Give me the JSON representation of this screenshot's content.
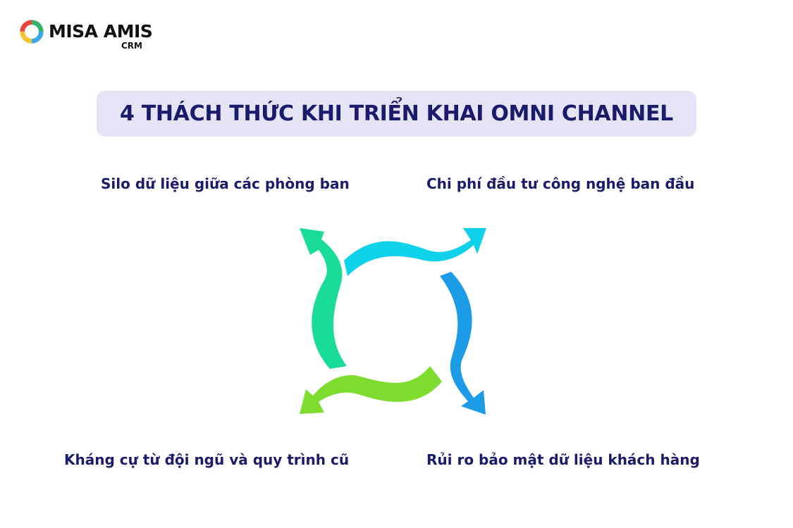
{
  "logo": {
    "name": "MISA AMIS",
    "sub": "CRM"
  },
  "title": "4 THÁCH THỨC KHI TRIỂN KHAI OMNI CHANNEL",
  "challenges": [
    {
      "label": "Silo dữ liệu giữa các phòng ban"
    },
    {
      "label": "Chi phí đầu tư công nghệ ban đầu"
    },
    {
      "label": "Kháng cự từ đội ngũ và quy trình cũ"
    },
    {
      "label": "Rủi ro bảo mật dữ liệu khách hàng"
    }
  ],
  "colors": {
    "title_bg": "#e5e3f6",
    "text": "#1a1b6b",
    "arrow_top": "#10d1ea",
    "arrow_right": "#1c9be6",
    "arrow_bottom": "#7ddc2d",
    "arrow_left": "#19dc96"
  }
}
